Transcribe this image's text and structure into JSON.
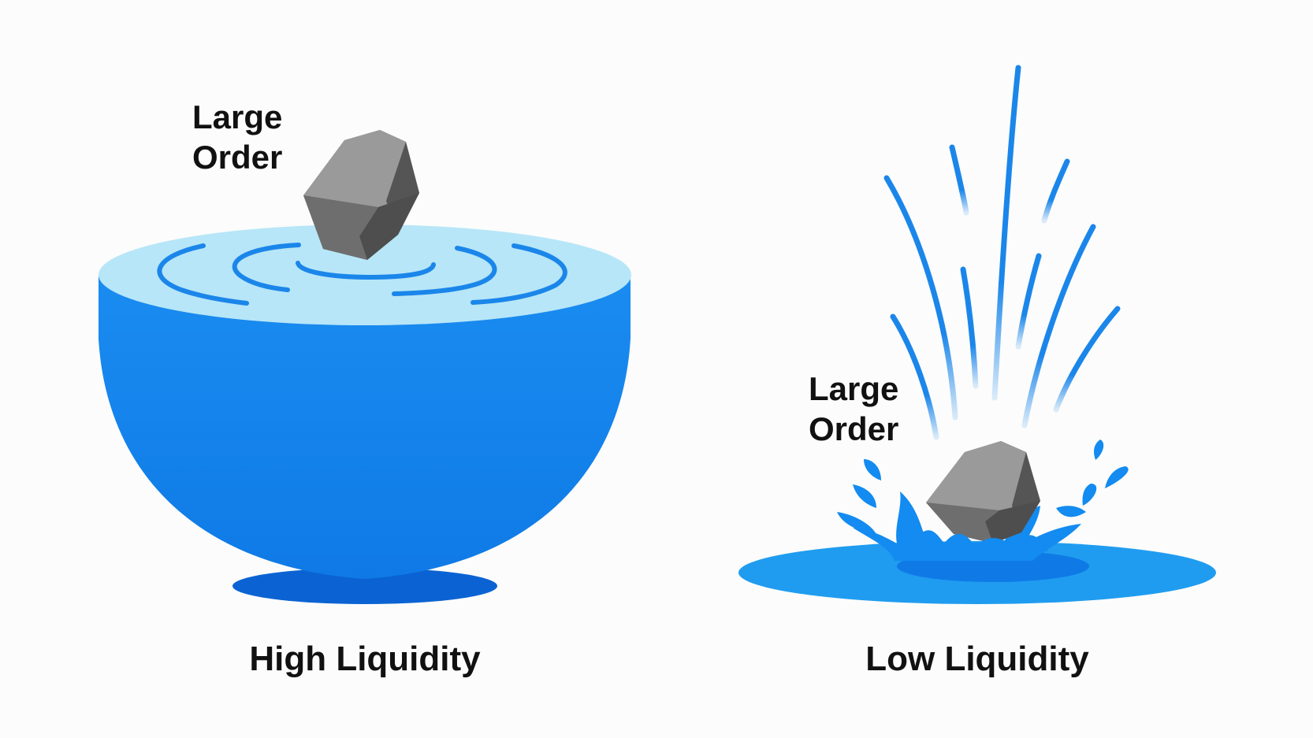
{
  "palette": {
    "background": "#fbfcfb",
    "water_surface": "#b7e6f8",
    "water_body": "#1f8fef",
    "water_deep": "#0b63d3",
    "ripple": "#1b86ea",
    "rock_light": "#9a9a9a",
    "rock_mid": "#7c7c7c",
    "rock_dark": "#4e4e4e",
    "text": "#111111"
  },
  "panels": {
    "high": {
      "object_label_line1": "Large",
      "object_label_line2": "Order",
      "caption": "High Liquidity",
      "icon": "deep-bowl-with-ripples"
    },
    "low": {
      "object_label_line1": "Large",
      "object_label_line2": "Order",
      "caption": "Low Liquidity",
      "icon": "shallow-puddle-with-splash"
    }
  }
}
